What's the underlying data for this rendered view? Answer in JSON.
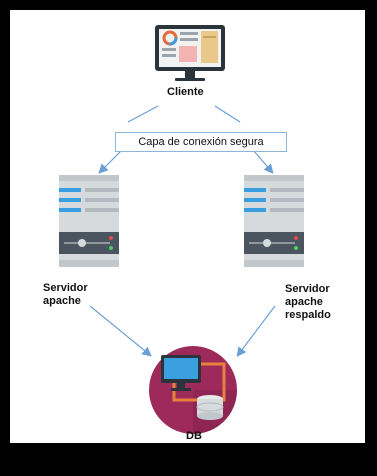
{
  "diagram": {
    "client_label": "Cliente",
    "secure_layer_label": "Capa de conexión segura",
    "server_left_label": "Servidor\napache",
    "server_right_label": "Servidor apache\nrespaldo",
    "db_label": "DB"
  },
  "colors": {
    "arrow": "#6a9fd4",
    "db_circle": "#9e2a5c",
    "server_body": "#d6dadd",
    "server_stripe": "#3a9fe0",
    "server_panel": "#4a5560",
    "monitor": "#2b333b"
  },
  "icons": [
    "monitor-icon",
    "server-icon",
    "server-icon",
    "database-icon"
  ]
}
